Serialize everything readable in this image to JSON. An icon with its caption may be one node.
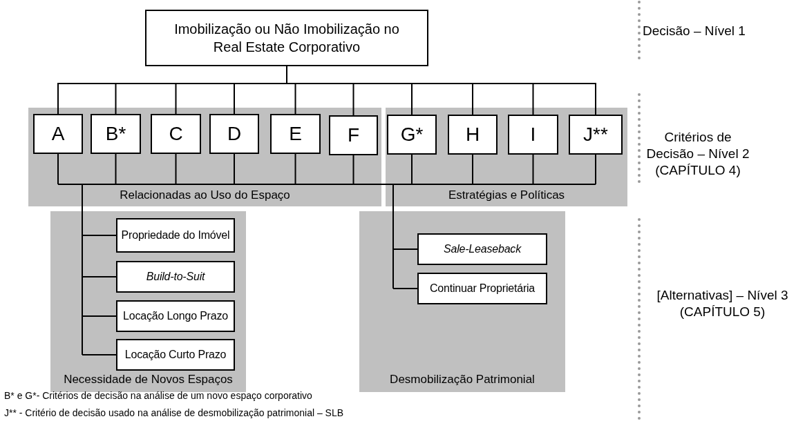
{
  "diagram": {
    "nodes": [
      {
        "text": [
          "Imobilização ou Não Imobilização no Real Estate Corporativo"
        ]
      },
      {
        "text": [
          "Relacionadas ao Uso do Espaço"
        ]
      },
      {
        "text": [
          "A"
        ],
        "in": 1
      },
      {
        "text": [
          "B*"
        ],
        "in": 1
      },
      {
        "text": [
          "C"
        ],
        "in": 1
      },
      {
        "text": [
          "D"
        ],
        "in": 1
      },
      {
        "text": [
          "E"
        ],
        "in": 1
      },
      {
        "text": [
          "F"
        ],
        "in": 1
      },
      {
        "text": [
          "Estratégias e Políticas"
        ]
      },
      {
        "text": [
          "G*"
        ],
        "in": 8
      },
      {
        "text": [
          "H"
        ],
        "in": 8
      },
      {
        "text": [
          "I"
        ],
        "in": 8
      },
      {
        "text": [
          "J**"
        ],
        "in": 8
      },
      {
        "text": [
          "Necessidade de Novos Espaços"
        ]
      },
      {
        "text": [
          "Propriedade do Imóvel"
        ],
        "in": 13
      },
      {
        "text": [
          "Build-to-Suit"
        ],
        "in": 13
      },
      {
        "text": [
          "Locação Longo Prazo"
        ],
        "in": 13
      },
      {
        "text": [
          "Locação Curto Prazo"
        ],
        "in": 13
      },
      {
        "text": [
          "Desmobilização Patrimonial"
        ]
      },
      {
        "text": [
          "Sale-Leaseback"
        ],
        "in": 18
      },
      {
        "text": [
          "Continuar Proprietária"
        ],
        "in": 18
      }
    ],
    "edges": [
      {
        "from": 0,
        "to": 2,
        "arrow": "none"
      },
      {
        "from": 0,
        "to": 3,
        "arrow": "none"
      },
      {
        "from": 0,
        "to": 4,
        "arrow": "none"
      },
      {
        "from": 0,
        "to": 5,
        "arrow": "none"
      },
      {
        "from": 0,
        "to": 6,
        "arrow": "none"
      },
      {
        "from": 0,
        "to": 7,
        "arrow": "none"
      },
      {
        "from": 0,
        "to": 9,
        "arrow": "none"
      },
      {
        "from": 0,
        "to": 10,
        "arrow": "none"
      },
      {
        "from": 0,
        "to": 11,
        "arrow": "none"
      },
      {
        "from": 0,
        "to": 12,
        "arrow": "none"
      },
      {
        "from": 2,
        "to": 14,
        "arrow": "none"
      },
      {
        "from": 2,
        "to": 15,
        "arrow": "none"
      },
      {
        "from": 2,
        "to": 16,
        "arrow": "none"
      },
      {
        "from": 2,
        "to": 17,
        "arrow": "none"
      },
      {
        "from": 2,
        "to": 19,
        "arrow": "none"
      },
      {
        "from": 2,
        "to": 20,
        "arrow": "none"
      },
      {
        "from": 3,
        "to": 14,
        "arrow": "none"
      },
      {
        "from": 3,
        "to": 15,
        "arrow": "none"
      },
      {
        "from": 3,
        "to": 16,
        "arrow": "none"
      },
      {
        "from": 3,
        "to": 17,
        "arrow": "none"
      },
      {
        "from": 3,
        "to": 19,
        "arrow": "none"
      },
      {
        "from": 3,
        "to": 20,
        "arrow": "none"
      },
      {
        "from": 4,
        "to": 14,
        "arrow": "none"
      },
      {
        "from": 4,
        "to": 15,
        "arrow": "none"
      },
      {
        "from": 4,
        "to": 16,
        "arrow": "none"
      },
      {
        "from": 4,
        "to": 17,
        "arrow": "none"
      },
      {
        "from": 4,
        "to": 19,
        "arrow": "none"
      },
      {
        "from": 4,
        "to": 20,
        "arrow": "none"
      },
      {
        "from": 5,
        "to": 14,
        "arrow": "none"
      },
      {
        "from": 5,
        "to": 15,
        "arrow": "none"
      },
      {
        "from": 5,
        "to": 16,
        "arrow": "none"
      },
      {
        "from": 5,
        "to": 17,
        "arrow": "none"
      },
      {
        "from": 5,
        "to": 19,
        "arrow": "none"
      },
      {
        "from": 5,
        "to": 20,
        "arrow": "none"
      },
      {
        "from": 6,
        "to": 14,
        "arrow": "none"
      },
      {
        "from": 6,
        "to": 15,
        "arrow": "none"
      },
      {
        "from": 6,
        "to": 16,
        "arrow": "none"
      },
      {
        "from": 6,
        "to": 17,
        "arrow": "none"
      },
      {
        "from": 6,
        "to": 19,
        "arrow": "none"
      },
      {
        "from": 6,
        "to": 20,
        "arrow": "none"
      },
      {
        "from": 7,
        "to": 14,
        "arrow": "none"
      },
      {
        "from": 7,
        "to": 15,
        "arrow": "none"
      },
      {
        "from": 7,
        "to": 16,
        "arrow": "none"
      },
      {
        "from": 7,
        "to": 17,
        "arrow": "none"
      },
      {
        "from": 7,
        "to": 19,
        "arrow": "none"
      },
      {
        "from": 7,
        "to": 20,
        "arrow": "none"
      },
      {
        "from": 9,
        "to": 14,
        "arrow": "none"
      },
      {
        "from": 9,
        "to": 15,
        "arrow": "none"
      },
      {
        "from": 9,
        "to": 16,
        "arrow": "none"
      },
      {
        "from": 9,
        "to": 17,
        "arrow": "none"
      },
      {
        "from": 9,
        "to": 19,
        "arrow": "none"
      },
      {
        "from": 9,
        "to": 20,
        "arrow": "none"
      },
      {
        "from": 10,
        "to": 14,
        "arrow": "none"
      },
      {
        "from": 10,
        "to": 15,
        "arrow": "none"
      },
      {
        "from": 10,
        "to": 16,
        "arrow": "none"
      },
      {
        "from": 10,
        "to": 17,
        "arrow": "none"
      },
      {
        "from": 10,
        "to": 19,
        "arrow": "none"
      },
      {
        "from": 10,
        "to": 20,
        "arrow": "none"
      },
      {
        "from": 11,
        "to": 14,
        "arrow": "none"
      },
      {
        "from": 11,
        "to": 15,
        "arrow": "none"
      },
      {
        "from": 11,
        "to": 16,
        "arrow": "none"
      },
      {
        "from": 11,
        "to": 17,
        "arrow": "none"
      },
      {
        "from": 11,
        "to": 19,
        "arrow": "none"
      },
      {
        "from": 11,
        "to": 20,
        "arrow": "none"
      },
      {
        "from": 12,
        "to": 14,
        "arrow": "none"
      },
      {
        "from": 12,
        "to": 15,
        "arrow": "none"
      },
      {
        "from": 12,
        "to": 16,
        "arrow": "none"
      },
      {
        "from": 12,
        "to": 17,
        "arrow": "none"
      },
      {
        "from": 12,
        "to": 19,
        "arrow": "none"
      },
      {
        "from": 12,
        "to": 20,
        "arrow": "none"
      }
    ],
    "labels": [
      "Decisão – Nível 1",
      "Critérios de Decisão – Nível 2 (CAPÍTULO 4)",
      "[Alternativas] – Nível 3 (CAPÍTULO 5)",
      "B* e G*- Critérios de decisão na análise de um novo espaço corporativo",
      "J** - Critério de decisão usado na análise de desmobilização patrimonial – SLB"
    ]
  }
}
